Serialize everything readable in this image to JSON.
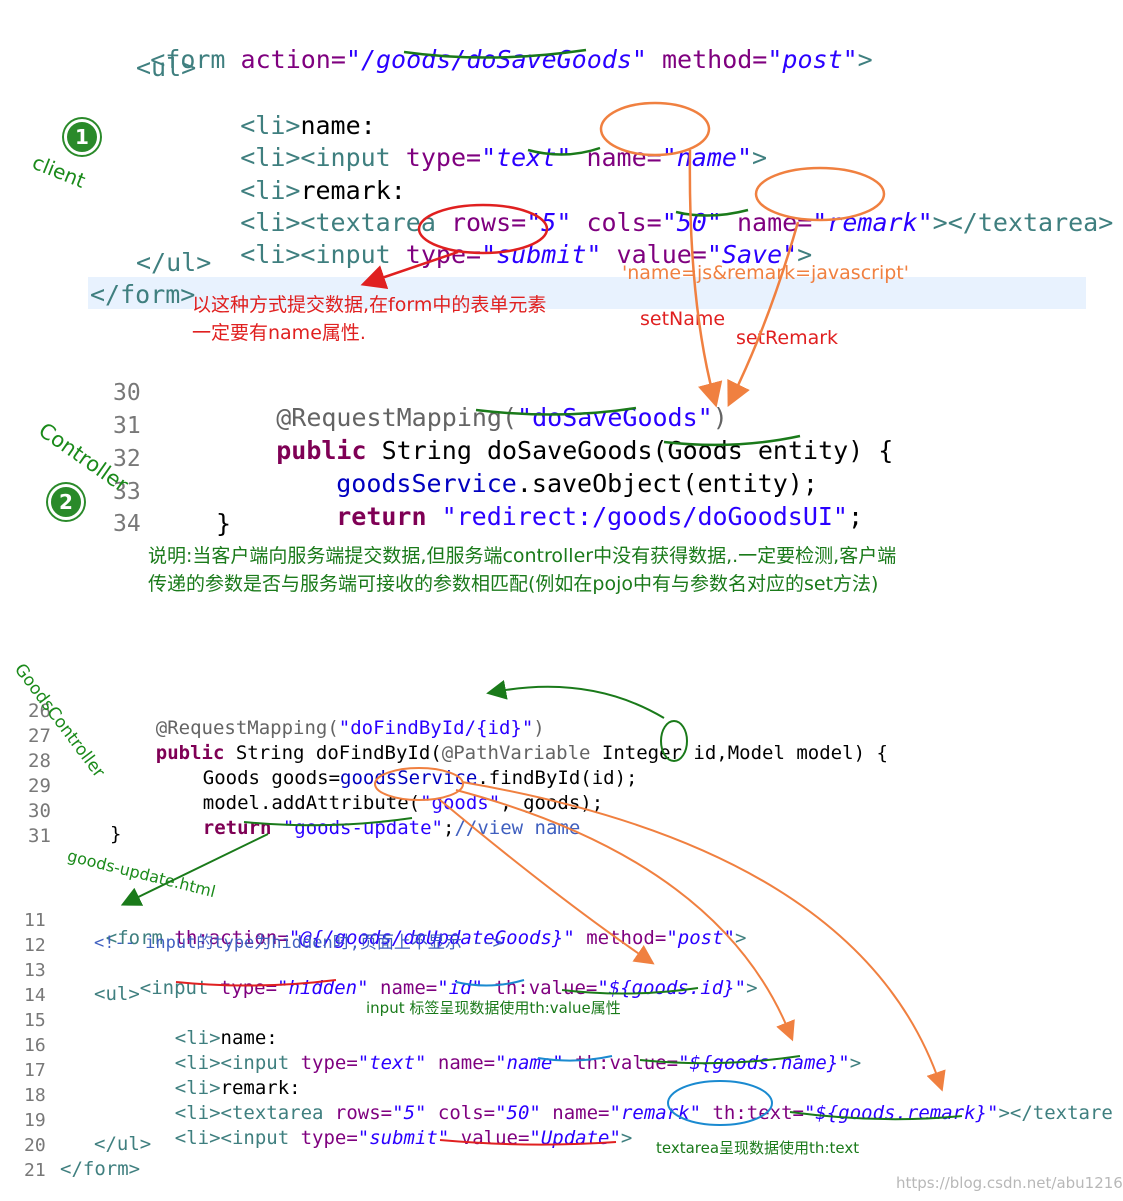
{
  "top_form": {
    "line1": {
      "tag_open": "<form",
      "attr1": "action=",
      "val1": "\"/goods/doSaveGoods\"",
      "attr2": "method=",
      "val2": "\"post\"",
      "tag_close": ">"
    },
    "line2": "<ul>",
    "line3": {
      "tag": "<li>",
      "text": "name:"
    },
    "line4": {
      "tag": "<li><input",
      "attr1": "type=",
      "val1": "\"text\"",
      "attr2": "name=",
      "val2": "\"name\"",
      "close": ">"
    },
    "line5": {
      "tag": "<li>",
      "text": "remark:"
    },
    "line6": {
      "tag": "<li><textarea",
      "attr1": "rows=",
      "val1": "\"5\"",
      "attr2": "cols=",
      "val2": "\"50\"",
      "attr3": "name=",
      "val3": "\"remark\"",
      "close": "></textarea>"
    },
    "line7": {
      "tag": "<li><input",
      "attr1": "type=",
      "val1": "\"submit\"",
      "attr2": "value=",
      "val2": "\"Save\"",
      "close": ">"
    },
    "line8": "</ul>",
    "line9": "</form>"
  },
  "notes": {
    "form_note_1": "以这种方式提交数据,在form中的表单元素",
    "form_note_2": "一定要有name属性.",
    "query_string": "'name=js&remark=javascript'",
    "set_name": "setName",
    "set_remark": "setRemark",
    "client_label": "client",
    "controller_label": "Controller",
    "badge1": "1",
    "badge2": "2",
    "explain_1": "说明:当客户端向服务端提交数据,但服务端controller中没有获得数据,.一定要检测,客户端",
    "explain_2": "传递的参数是否与服务端可接收的参数相匹配(例如在pojo中有与参数名对应的set方法)",
    "goods_controller": "GoodsController",
    "goods_update_html": "goods-update.html",
    "input_note": "input 标签呈现数据使用th:value属性",
    "textarea_note": "textarea呈现数据使用th:text",
    "watermark": "https://blog.csdn.net/abu1216"
  },
  "controller1": {
    "ln30": "30",
    "ln31": "31",
    "ln32": "32",
    "ln33": "33",
    "ln34": "34",
    "l30_ann": "@RequestMapping(",
    "l30_str": "\"doSaveGoods\"",
    "l30_close": ")",
    "l31_kw": "public",
    "l31_rest": " String doSaveGoods(Goods entity) {",
    "l32_fld": "goodsService",
    "l32_rest": ".saveObject(entity);",
    "l33_kw": "return",
    "l33_str": " \"redirect:/goods/doGoodsUI\"",
    "l33_end": ";",
    "l34": "}"
  },
  "controller2": {
    "ln26": "26",
    "ln27": "27",
    "ln28": "28",
    "ln29": "29",
    "ln30": "30",
    "ln31": "31",
    "l26_ann": "@RequestMapping(",
    "l26_str": "\"doFindById/{id}\"",
    "l26_close": ")",
    "l27_kw": "public",
    "l27_a": " String doFindById(",
    "l27_ann": "@PathVariable",
    "l27_b": " Integer id,Model model) {",
    "l28_a": "Goods goods=",
    "l28_fld": "goodsService",
    "l28_b": ".findById(id);",
    "l29_a": "model.addAttribute(",
    "l29_str": "\"goods\"",
    "l29_b": ", goods);",
    "l30_kw": "return",
    "l30_str": " \"goods-update\"",
    "l30_end": ";",
    "l30_cmt": "//view name",
    "l31": "}"
  },
  "update_form": {
    "ln11": "11",
    "ln12": "12",
    "ln13": "13",
    "ln14": "14",
    "ln15": "15",
    "ln16": "16",
    "ln17": "17",
    "ln18": "18",
    "ln19": "19",
    "ln20": "20",
    "ln21": "21",
    "l11_tag": "<form",
    "l11_attr": " th:action=",
    "l11_val": "\"@{/goods/doUpdateGoods}\"",
    "l11_attr2": " method=",
    "l11_val2": "\"post\"",
    "l11_close": ">",
    "l12_cmt": "<!-- input的type为hidden时,页面上不显示 -->",
    "l13_tag": "<input",
    "l13_a1": " type=",
    "l13_v1": "\"hidden\"",
    "l13_a2": " name=",
    "l13_v2": "\"id\"",
    "l13_a3": " th:value=",
    "l13_v3": "\"${goods.id}\"",
    "l13_close": ">",
    "l14_tag": "<ul>",
    "l15_tag": "<li>",
    "l15_txt": "name:",
    "l16_tag": "<li><input",
    "l16_a1": " type=",
    "l16_v1": "\"text\"",
    "l16_a2": " name=",
    "l16_v2": "\"name\"",
    "l16_a3": " th:value=",
    "l16_v3": "\"${goods.name}\"",
    "l16_close": ">",
    "l17_tag": "<li>",
    "l17_txt": "remark:",
    "l18_tag": "<li><textarea",
    "l18_a1": " rows=",
    "l18_v1": "\"5\"",
    "l18_a2": " cols=",
    "l18_v2": "\"50\"",
    "l18_a3": " name=",
    "l18_v3": "\"remark\"",
    "l18_a4": " th:text=",
    "l18_v4": "\"${goods.remark}\"",
    "l18_close": "></textare",
    "l19_tag": "<li><input",
    "l19_a1": " type=",
    "l19_v1": "\"submit\"",
    "l19_a2": " value=",
    "l19_v2": "\"Update\"",
    "l19_close": ">",
    "l20_tag": "</ul>",
    "l21_tag": "</form>"
  }
}
